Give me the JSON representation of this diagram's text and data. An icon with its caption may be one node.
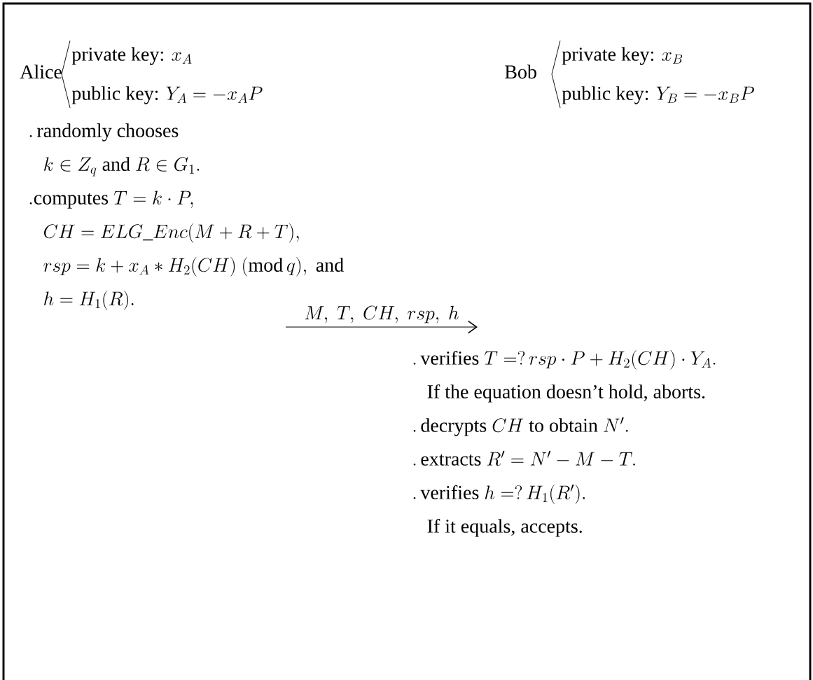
{
  "diagram": {
    "nodes": [
      {
        "text": [
          "Alice",
          "\\text{private key: } x_A",
          "\\text{public key: } Y_A = -x_A P"
        ]
      },
      {
        "text": [
          "Bob",
          "\\text{private key: } x_B",
          "\\text{public key: } Y_B = -x_B P"
        ]
      },
      {
        "text": [
          ".\\,\\text{randomly chooses}",
          "k \\in Z_q \\text{ and } R \\in G_1.",
          ".\\text{computes } T = k \\cdot P,",
          "CH = ELG\\_Enc(M + R + T),",
          "rsp = k + x_A * H_2(CH)\\ (\\mathrm{mod}\\, q), \\text{ and}",
          "h = H_1(R)."
        ]
      },
      {
        "text": [
          ".\\,\\text{verifies } T = ?\\, rsp \\cdot P + H_2(CH) \\cdot Y_A.",
          "\\text{If the equation doesn't hold, aborts.}",
          ".\\,\\text{decrypts } CH \\text{ to obtain } N'.",
          ".\\,\\text{extracts } R' = N' - M - T.",
          ".\\,\\text{verifies } h = ?\\, H_1(R').",
          "\\text{If it equals, accepts.}"
        ]
      }
    ],
    "edges": [
      {
        "from": 2,
        "to": 3,
        "arrow": "to",
        "label": "M,\\ T,\\ CH,\\ rsp,\\ h"
      }
    ]
  }
}
